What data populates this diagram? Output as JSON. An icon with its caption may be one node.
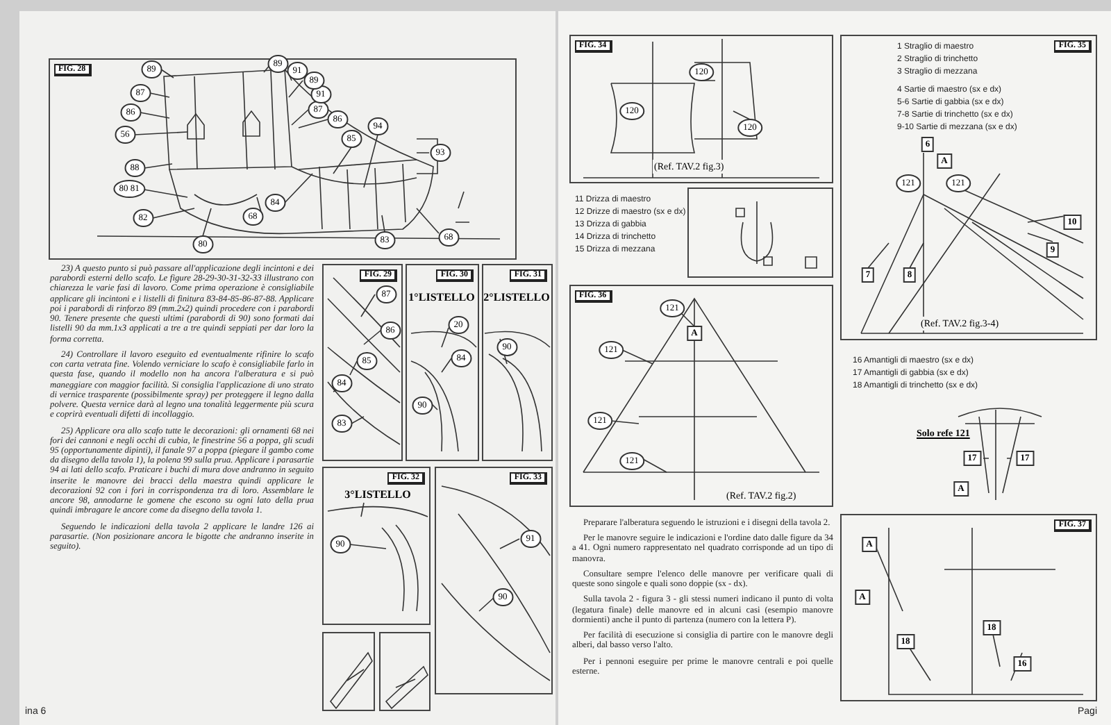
{
  "diagram": {
    "nodes": [
      {
        "text": [
          "FIG. 28"
        ]
      },
      {
        "text": [
          "FIG. 29"
        ]
      },
      {
        "text": [
          "FIG. 30"
        ]
      },
      {
        "text": [
          "FIG. 31"
        ]
      },
      {
        "text": [
          "FIG. 32"
        ]
      },
      {
        "text": [
          "FIG. 33"
        ]
      },
      {
        "text": [],
        "shape": "box"
      },
      {
        "text": [],
        "shape": "box"
      },
      {
        "text": [
          "FIG. 34"
        ]
      },
      {
        "text": [
          "FIG. 35"
        ]
      },
      {
        "text": [],
        "shape": "box"
      },
      {
        "text": [
          "FIG. 36"
        ]
      },
      {
        "text": [
          "FIG. 37"
        ]
      }
    ],
    "labels": [
      "23) A questo punto si può passare all'applicazione degli incintoni e dei parabordi esterni dello scafo. Le figure 28-29-30-31-32-33 illustrano con chiarezza le varie fasi di lavoro. Come prima operazione è consigliabile applicare gli incintoni e i listelli di finitura 83-84-85-86-87-88. Applicare poi i parabordi di rinforzo 89 (mm.2x2) quindi procedere con i parabordi 90. Tenere presente che questi ultimi (parabordi di 90) sono formati dai listelli 90 da mm.1x3 applicati a tre a tre quindi seppiati per dar loro la forma corretta.",
      "24) Controllare il lavoro eseguito ed eventualmente rifinire lo scafo con carta vetrata fine. Volendo verniciare lo scafo è consigliabile farlo in questa fase, quando il modello non ha ancora l'alberatura e si può maneggiare con maggior facilità. Si consiglia l'applicazione di uno strato di vernice trasparente (possibilmente spray) per proteggere il legno dalla polvere. Questa vernice darà al legno una tonalità leggermente più scura e coprirà eventuali difetti di incollaggio.",
      "25) Applicare ora allo scafo tutte le decorazioni: gli ornamenti 68 nei fori dei cannoni e negli occhi di cubia, le finestrine 56 a poppa, gli scudi 95 (opportunamente dipinti), il fanale 97 a poppa (piegare il gambo come da disegno della tavola 1), la polena 99 sulla prua. Applicare i parasartie 94 ai lati dello scafo. Praticare i buchi di mura dove andranno in seguito inserite le manovre dei bracci della maestra quindi applicare le decorazioni 92 con i fori in corrispondenza tra di loro. Assemblare le ancore 98, annodarne le gomene che escono su ogni lato della prua quindi imbragare le ancore come da disegno della tavola 1.",
      "Seguendo le indicazioni della tavola 2 applicare le landre 126 ai parasartie. (Non posizionare ancora le bigotte che andranno inserite in seguito).",
      "89",
      "87",
      "86",
      "56",
      "88",
      "80 81",
      "82",
      "80",
      "68",
      "84",
      "83",
      "68",
      "93",
      "94",
      "85",
      "86",
      "87",
      "91",
      "89",
      "91",
      "89",
      "87",
      "86",
      "85",
      "84",
      "83",
      "1°LISTELLO",
      "20",
      "84",
      "90",
      "2°LISTELLO",
      "90",
      "3°LISTELLO",
      "90",
      "91",
      "90",
      "ina 6",
      "120",
      "120",
      "120",
      "(Ref. TAV.2 fig.3)",
      "1 Straglio di maestro",
      "2 Straglio di trinchetto",
      "3 Straglio di mezzana",
      "4 Sartie di maestro (sx e dx)",
      "5-6 Sartie di gabbia (sx e dx)",
      "7-8 Sartie di trinchetto (sx e dx)",
      "9-10 Sartie di mezzana (sx e dx)",
      "6",
      "A",
      "121",
      "121",
      "10",
      "9",
      "7",
      "8",
      "(Ref. TAV.2 fig.3-4)",
      "11 Drizza di maestro",
      "12 Drizze di maestro (sx e dx)",
      "13 Drizza di gabbia",
      "14 Drizza di trinchetto",
      "15 Drizza di mezzana",
      "121",
      "121",
      "121",
      "121",
      "A",
      "(Ref. TAV.2 fig.2)",
      "16 Amantigli di maestro (sx e dx)",
      "17 Amantigli di gabbia (sx e dx)",
      "18 Amantigli di trinchetto (sx e dx)",
      "Solo refe 121",
      "17",
      "17",
      "A",
      "Preparare l'alberatura seguendo le istruzioni e i disegni della tavola 2.",
      "Per le manovre seguire le indicazioni e l'ordine dato dalle figure da 34 a 41. Ogni numero rappresentato nel quadrato corrisponde ad un tipo di manovra.",
      "Consultare sempre l'elenco delle manovre per verificare quali di queste sono singole e quali sono doppie (sx - dx).",
      "Sulla tavola 2 - figura 3 - gli stessi numeri indicano il punto di volta (legatura finale) delle manovre ed in alcuni casi (esempio manovre dormienti) anche il punto di partenza (numero con la lettera P).",
      "Per facilità di esecuzione si consiglia di partire con le manovre degli alberi, dal basso verso l'alto.",
      "Per i pennoni eseguire per prime le manovre centrali e poi quelle esterne.",
      "A",
      "A",
      "18",
      "18",
      "16",
      "Pagi"
    ]
  }
}
